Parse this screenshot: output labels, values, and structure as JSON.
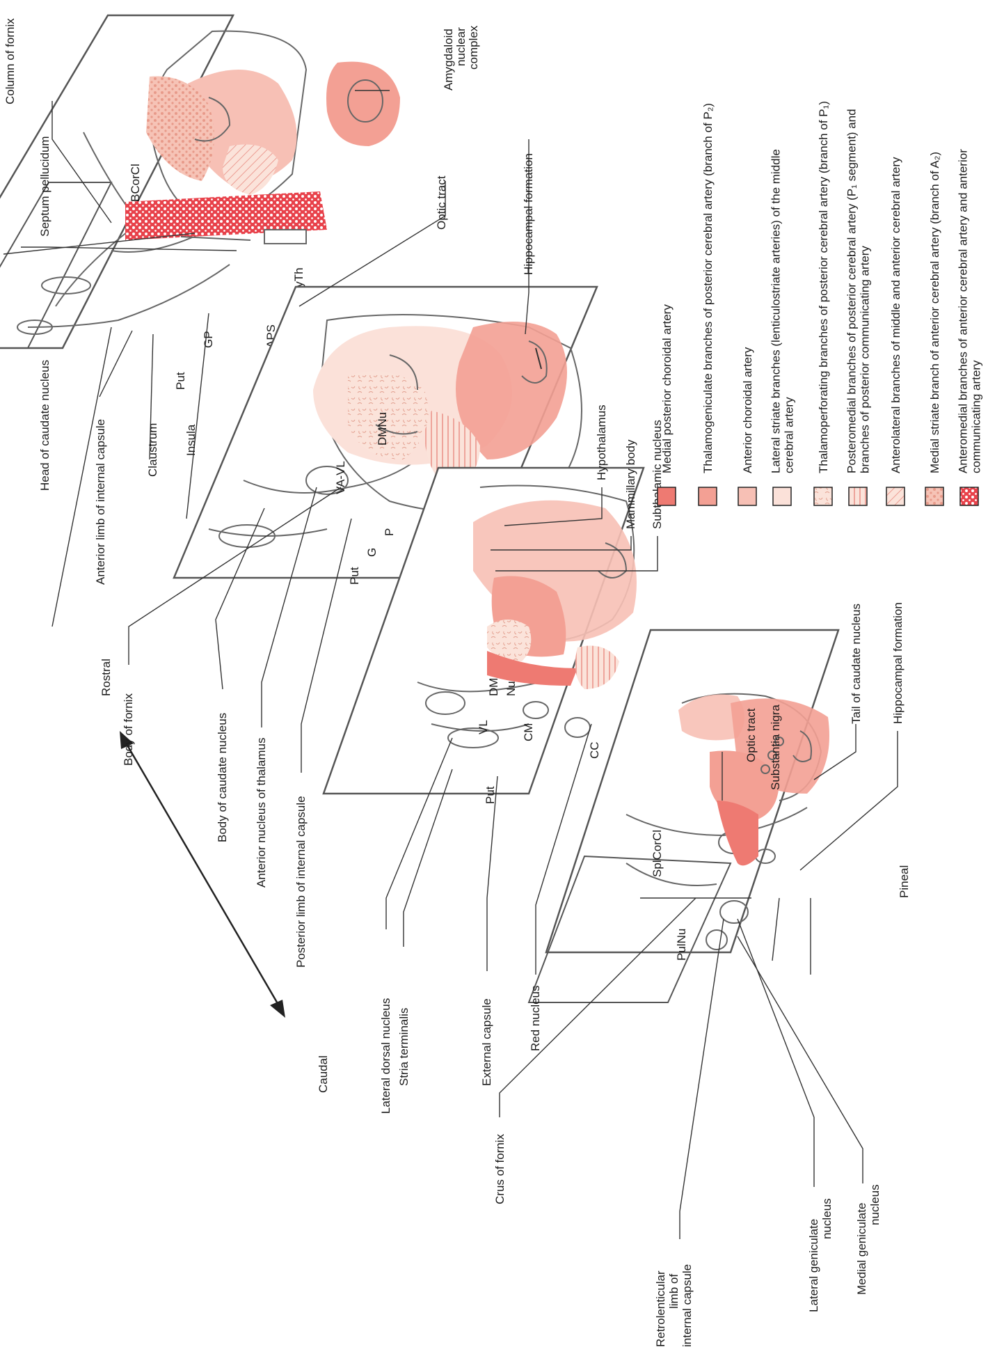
{
  "orientation": {
    "rostral": "Rostral",
    "caudal": "Caudal"
  },
  "slice1": {
    "inner": {
      "bcorcl": "BCorCl",
      "gp": "GP",
      "put": "Put",
      "aps": "APS",
      "hyth": "HyTh"
    },
    "labels": {
      "septum": "Septum pellucidum",
      "column_fornix": "Column of fornix",
      "amygdaloid_1": "Amygdaloid",
      "amygdaloid_2": "nuclear",
      "amygdaloid_3": "complex",
      "optic_tract": "Optic tract",
      "head_caudate": "Head of caudate nucleus",
      "anterior_limb": "Anterior limb of internal capsule",
      "claustrum": "Claustrum",
      "insula": "Insula"
    }
  },
  "slice2": {
    "inner": {
      "va_vl": "VA-VL",
      "dmnu": "DMNu",
      "put": "Put",
      "g": "G",
      "p": "P"
    },
    "labels": {
      "hippocampal": "Hippocampal formation",
      "hypothalamus": "Hypothalamus",
      "mammillary": "Mammillary body",
      "subthalamic": "Subthalamic nucleus",
      "body_fornix": "Body of fornix",
      "body_caudate": "Body of caudate nucleus",
      "anterior_nucleus": "Anterior nucleus of thalamus",
      "posterior_limb": "Posterior limb of internal capsule"
    }
  },
  "slice3": {
    "inner": {
      "vl": "VL",
      "dm": "DM",
      "nu": "Nu",
      "cm": "CM",
      "cc": "CC",
      "put": "Put"
    },
    "labels": {
      "optic_tract": "Optic tract",
      "substantia_nigra": "Substantia nigra",
      "lateral_dorsal": "Lateral dorsal nucleus",
      "stria": "Stria terminalis",
      "external_capsule": "External capsule",
      "red_nucleus": "Red nucleus"
    }
  },
  "slice4": {
    "inner": {
      "splcorcl": "SplCorCl",
      "pulnu": "PulNu"
    },
    "labels": {
      "tail_caudate": "Tail of caudate nucleus",
      "hippocampal": "Hippocampal formation",
      "pineal": "Pineal",
      "crus_fornix": "Crus of fornix",
      "retro_1": "Retrolenticular",
      "retro_2": "limb of",
      "retro_3": "internal capsule",
      "lgn_1": "Lateral geniculate",
      "lgn_2": "nucleus",
      "mgn_1": "Medial geniculate",
      "mgn_2": "nucleus"
    }
  },
  "legend": [
    {
      "lines": [
        "Medial posterior choroidal artery"
      ],
      "color": "#ee7a72",
      "pattern": "solid"
    },
    {
      "lines": [
        "Thalamogeniculate branches of posterior cerebral artery (branch of P₂)"
      ],
      "color": "#f3a094",
      "pattern": "solid"
    },
    {
      "lines": [
        "Anterior choroidal artery"
      ],
      "color": "#f7c0b5",
      "pattern": "solid"
    },
    {
      "lines": [
        "Lateral striate branches (lenticulostriate arteries) of the middle",
        "cerebral artery"
      ],
      "color": "#fbe1d9",
      "pattern": "solid"
    },
    {
      "lines": [
        "Thalamoperforating branches of posterior cerebral artery (branch of P₁)"
      ],
      "color": "#fbe3da",
      "pattern": "squiggle"
    },
    {
      "lines": [
        "Posteromedial branches of posterior cerebral artery (P₁ segment) and",
        "branches of posterior communicating artery"
      ],
      "color": "#fbe3da",
      "pattern": "vertical"
    },
    {
      "lines": [
        "Anterolateral branches of middle and anterior cerebral artery"
      ],
      "color": "#fbe3da",
      "pattern": "diagonal"
    },
    {
      "lines": [
        "Medial striate branch of anterior cerebral artery (branch of A₂)"
      ],
      "color": "#f6c3b6",
      "pattern": "dots"
    },
    {
      "lines": [
        "Anteromedial branches of anterior cerebral artery and anterior",
        "communicating artery"
      ],
      "color": "#e8424b",
      "pattern": "whitedots"
    }
  ],
  "colors": {
    "outline": "#555555",
    "medial_post_choroidal": "#ee7a72",
    "thalamogeniculate": "#f3a094",
    "anterior_choroidal": "#f7c0b5",
    "lateral_striate": "#fbe1d9",
    "anteromedial": "#e8424b"
  }
}
